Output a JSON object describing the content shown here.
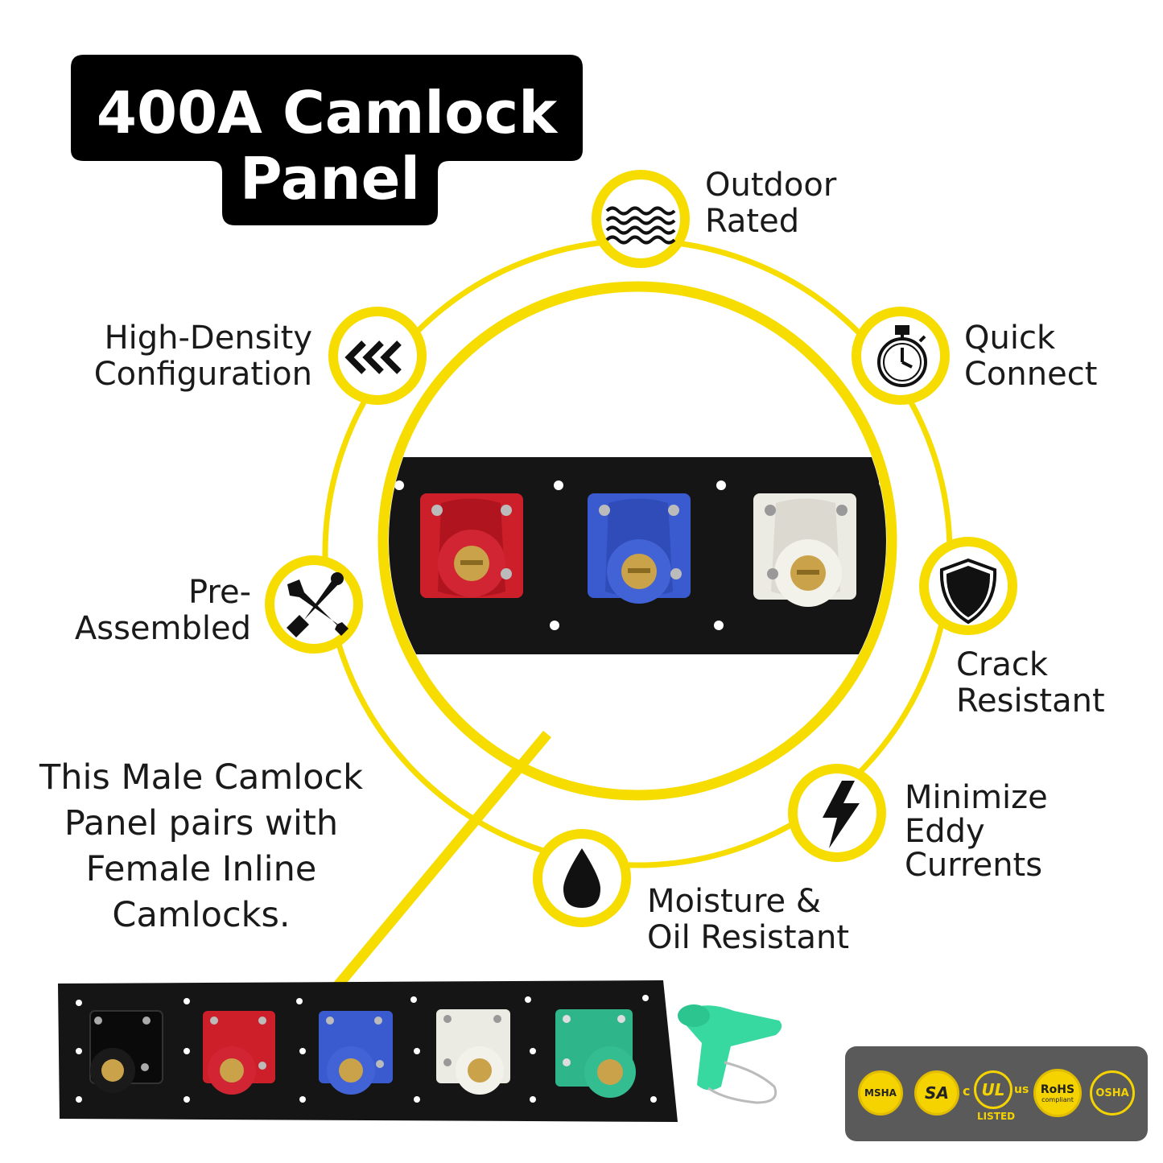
{
  "title": {
    "line1": "400A Camlock",
    "line2": "Panel"
  },
  "features": {
    "outdoor": [
      "Outdoor",
      "Rated"
    ],
    "quick": [
      "Quick",
      "Connect"
    ],
    "crack": [
      "Crack",
      "Resistant"
    ],
    "eddy": [
      "Minimize",
      "Eddy",
      "Currents"
    ],
    "moisture": [
      "Moisture &",
      "Oil Resistant"
    ],
    "preassembled": [
      "Pre-",
      "Assembled"
    ],
    "density": [
      "High-Density",
      "Configuration"
    ]
  },
  "pairing_text": [
    "This Male Camlock",
    "Panel pairs with",
    "Female Inline",
    "Camlocks."
  ],
  "icons": {
    "outdoor": "waves-icon",
    "quick": "stopwatch-icon",
    "crack": "shield-icon",
    "eddy": "lightning-bolt-icon",
    "moisture": "water-drop-icon",
    "preassembled": "wrench-screwdriver-icon",
    "density": "triple-chevron-left-icon"
  },
  "certifications": {
    "msha": "MSHA",
    "csa": "SA",
    "ul_c": "c",
    "ul": "UL",
    "ul_us": "us",
    "ul_listed": "LISTED",
    "rohs": "RoHS",
    "rohs_sub": "compliant",
    "osha": "OSHA"
  },
  "colors": {
    "accent": "#f7dc00",
    "panel": "#151515",
    "red": "#cc1f2a",
    "blue": "#3a5bd0",
    "white": "#ecebe3",
    "green": "#2fb58a",
    "black": "#111111",
    "brass": "#c9a24a"
  }
}
